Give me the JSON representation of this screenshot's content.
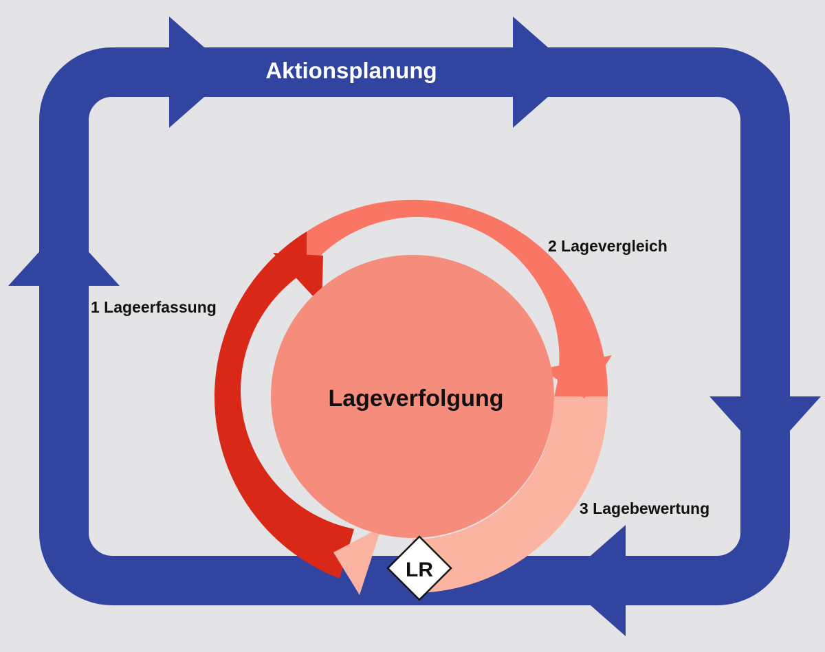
{
  "outer_cycle": {
    "title": "Aktionsplanung",
    "color": "#3145a0",
    "title_color": "#ffffff"
  },
  "inner_cycle": {
    "center_label": "Lageverfolgung",
    "center_color": "#f58c7c",
    "steps": [
      {
        "label": "1 Lageerfassung",
        "color": "#d92818"
      },
      {
        "label": "2 Lagevergleich",
        "color": "#fa7664"
      },
      {
        "label": "3 Lagebewertung",
        "color": "#fbb4a2"
      }
    ]
  },
  "badge": {
    "label": "LR"
  },
  "colors": {
    "background": "#e4e4e6",
    "text": "#111111"
  }
}
